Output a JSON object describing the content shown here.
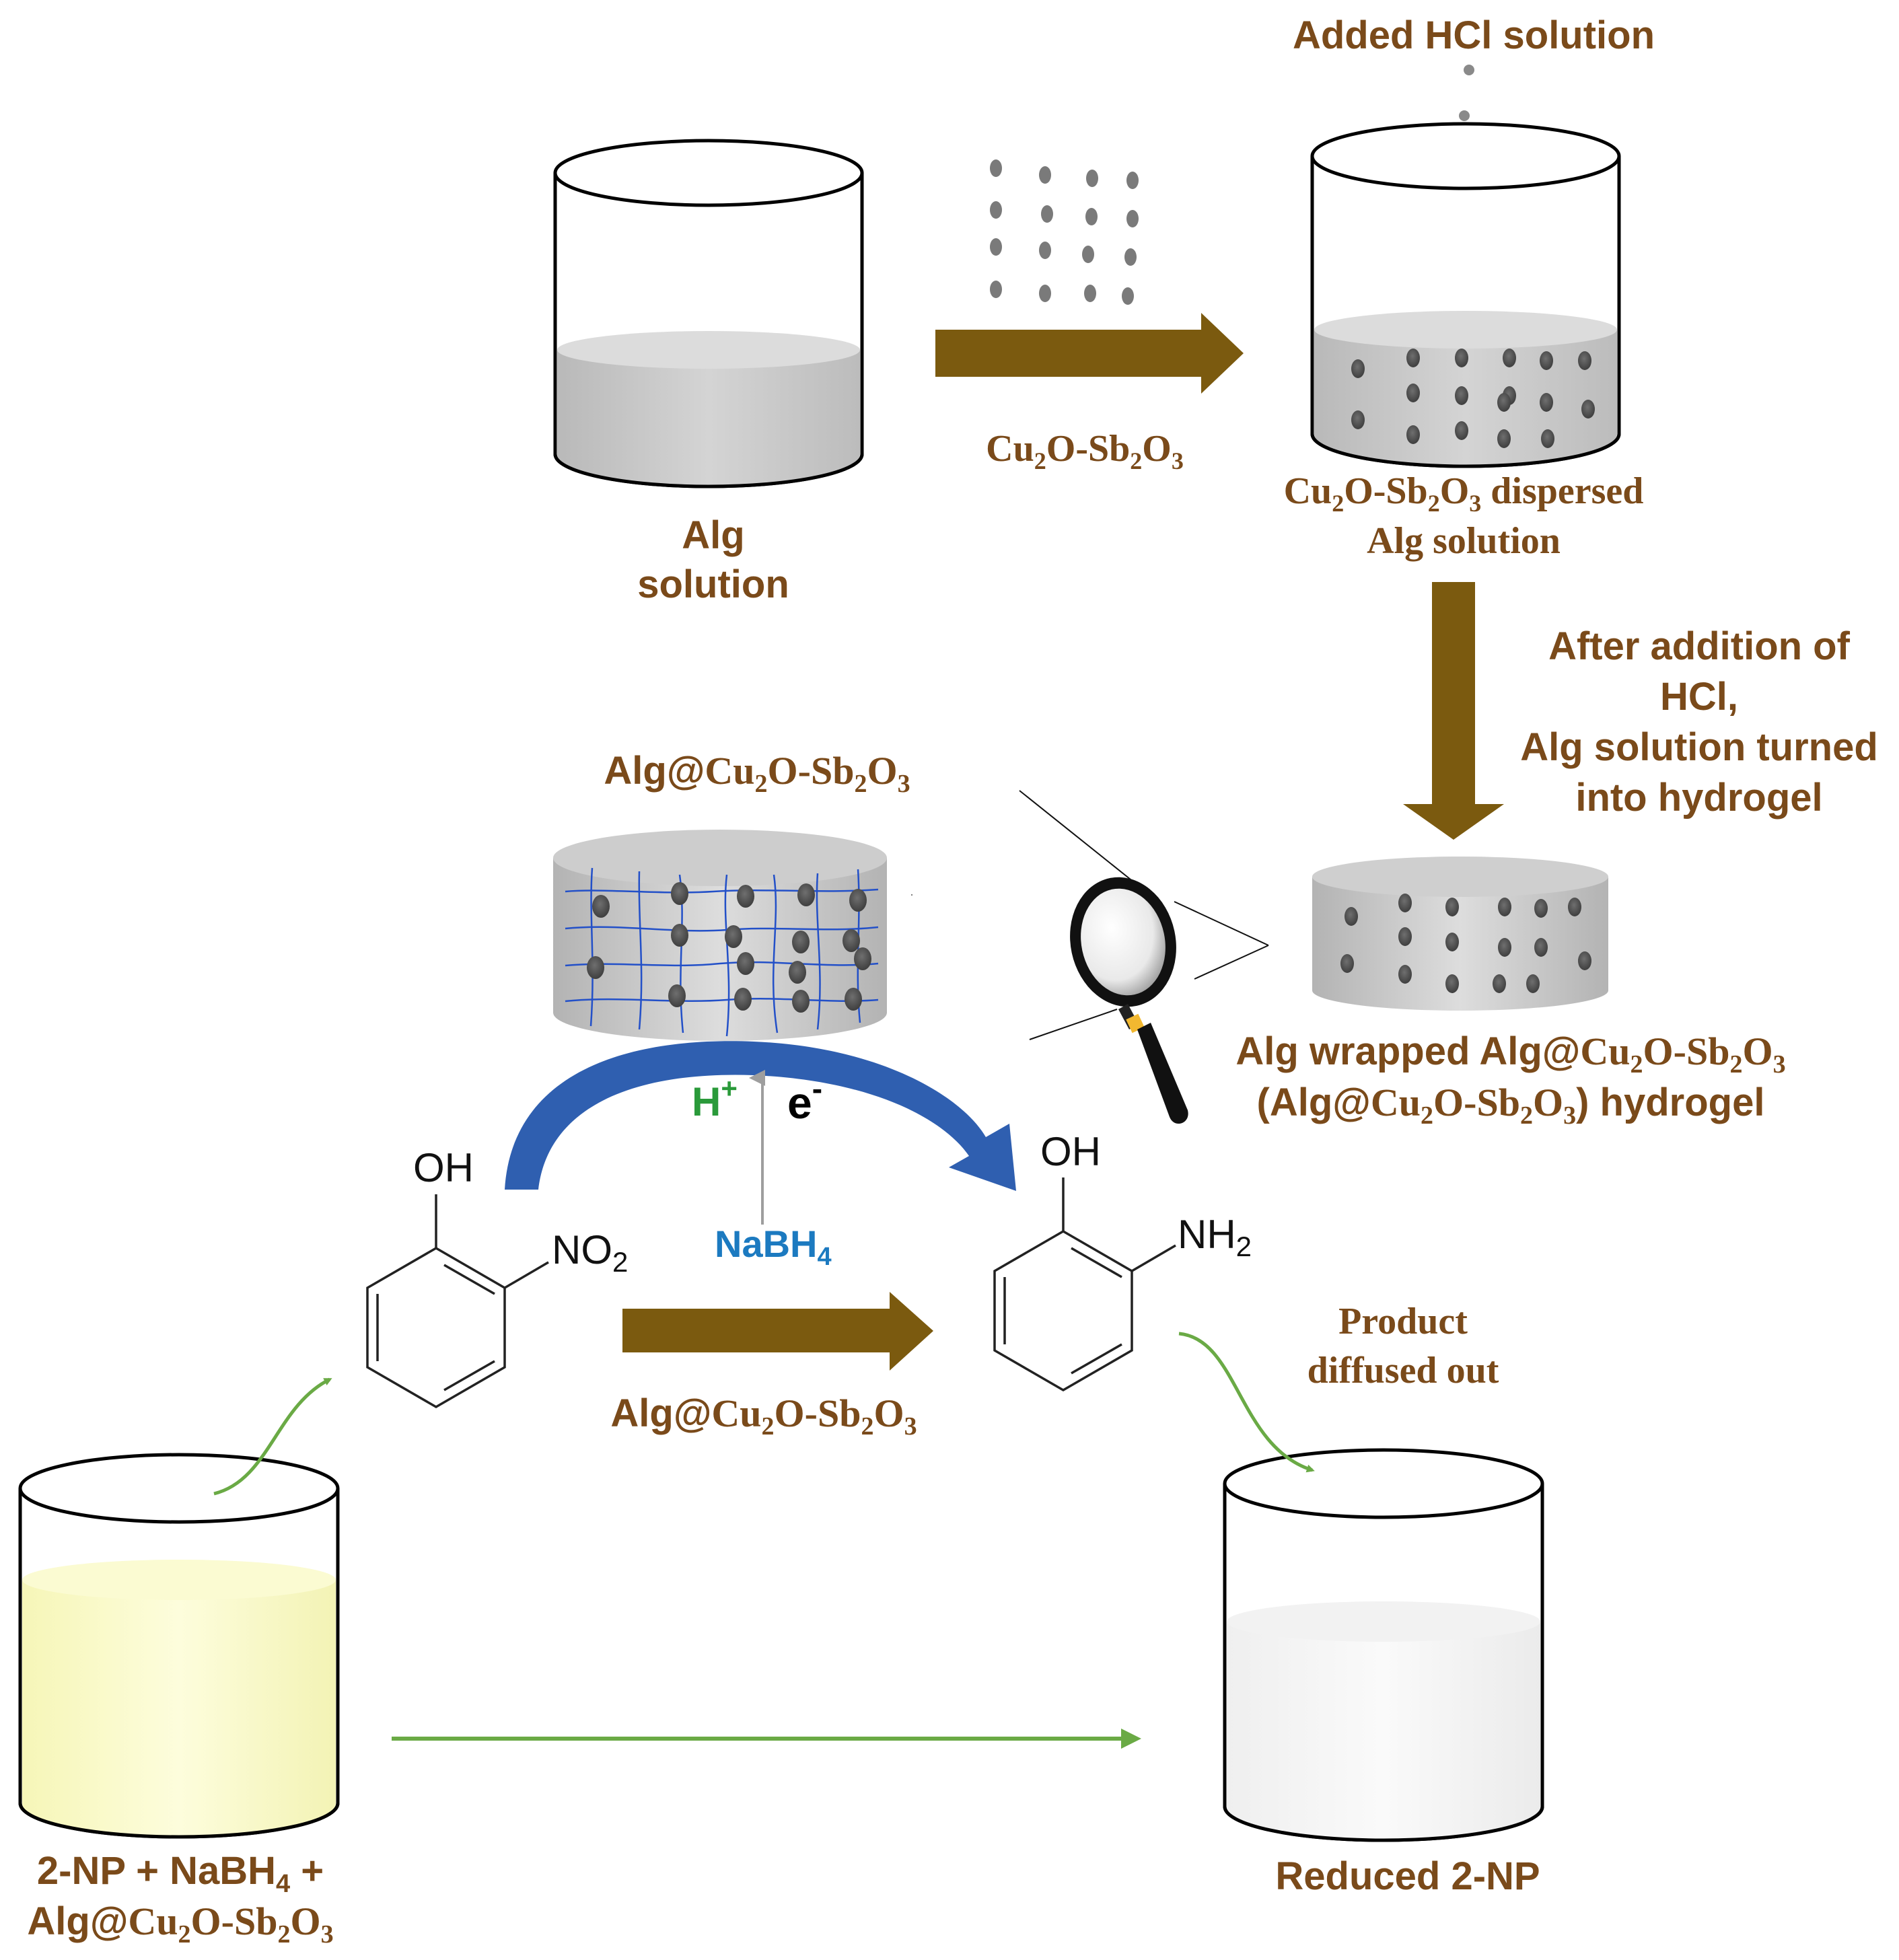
{
  "colors": {
    "label_brown": "#7a4a1a",
    "arrow_brown": "#7b5a0f",
    "reaction_blue": "#2f5fb0",
    "hplus_green": "#2a9a3a",
    "nabh4_blue": "#1c7ac0",
    "flow_green": "#6aaa45",
    "yellow_solution": "#fbfbcf",
    "gray_solution": "#c8c8c8"
  },
  "labels": {
    "added_hcl": "Added HCl solution",
    "alg_solution_1": "Alg",
    "alg_solution_2": "solution",
    "catalyst_arrow": {
      "a": "Cu",
      "s1": "2",
      "b": "O-Sb",
      "s2": "2",
      "c": "O",
      "s3": "3"
    },
    "dispersed_line1": {
      "a": "Cu",
      "s1": "2",
      "b": "O-Sb",
      "s2": "2",
      "c": "O",
      "s3": "3",
      "d": " dispersed"
    },
    "dispersed_line2": "Alg solution",
    "after_hcl": [
      "After addition of",
      "HCl,",
      "Alg solution turned",
      "into hydrogel"
    ],
    "alg_composite_top": {
      "a": "Alg@",
      "b": "Cu",
      "s1": "2",
      "c": "O-Sb",
      "s2": "2",
      "d": "O",
      "s3": "3"
    },
    "hydrogel_line1": {
      "a": "Alg wrapped Alg@",
      "b": "Cu",
      "s1": "2",
      "c": "O-Sb",
      "s2": "2",
      "d": "O",
      "s3": "3"
    },
    "hydrogel_line2": {
      "a": "(Alg@",
      "b": "Cu",
      "s1": "2",
      "c": "O-Sb",
      "s2": "2",
      "d": "O",
      "s3": "3",
      "e": ") hydrogel"
    },
    "h_plus": {
      "a": "H",
      "sup": "+"
    },
    "e_minus": {
      "a": "e",
      "sup": "-"
    },
    "nabh4": {
      "a": "NaBH",
      "sub": "4"
    },
    "oh_left": "OH",
    "no2": {
      "a": "NO",
      "sub": "2"
    },
    "oh_right": "OH",
    "nh2": {
      "a": "NH",
      "sub": "2"
    },
    "reaction_catalyst": {
      "a": "Alg@",
      "b": "Cu",
      "s1": "2",
      "c": "O-Sb",
      "s2": "2",
      "d": "O",
      "s3": "3"
    },
    "product_diffused": [
      "Product",
      "diffused out"
    ],
    "reactants_line1": {
      "a": "2-NP + NaBH",
      "sub": "4",
      "b": " +"
    },
    "reactants_line2": {
      "a": "Alg@",
      "b": "Cu",
      "s1": "2",
      "c": "O-Sb",
      "s2": "2",
      "d": "O",
      "s3": "3"
    },
    "reduced": "Reduced 2-NP"
  }
}
